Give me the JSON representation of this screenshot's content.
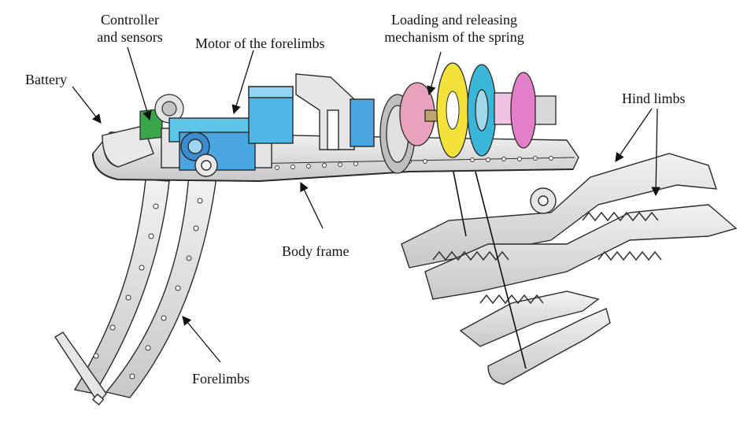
{
  "labels": {
    "controller": "Controller\nand sensors",
    "controller_line1": "Controller",
    "controller_line2": "and sensors",
    "battery": "Battery",
    "motor_forelimbs": "Motor of the forelimbs",
    "spring_mechanism_line1": "Loading and releasing",
    "spring_mechanism_line2": "mechanism of the spring",
    "hind_limbs": "Hind limbs",
    "body_frame": "Body frame",
    "forelimbs": "Forelimbs"
  },
  "colors": {
    "frame": "#dcdcdc",
    "frame_edge": "#2a2a2a",
    "motor_blue": "#4aa6e0",
    "motor_cyan": "#5fc6ea",
    "gear_yellow": "#f2e23a",
    "gear_pink": "#e37fc8",
    "gear_light_pink": "#e8a2bd",
    "sensor_green": "#3aa64a",
    "gear_teal": "#3ab7d8"
  },
  "icons": {
    "arrows": "arrow-icon",
    "springs": "spring-icon"
  }
}
